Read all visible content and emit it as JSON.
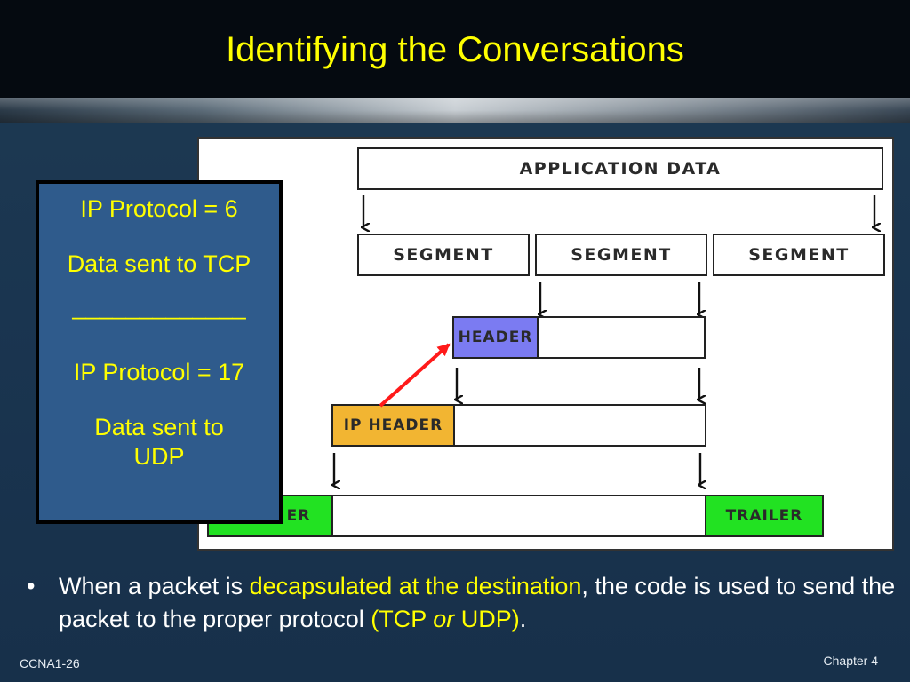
{
  "slide": {
    "title": "Identifying the Conversations"
  },
  "diagram": {
    "application_data": "APPLICATION DATA",
    "segments": [
      "SEGMENT",
      "SEGMENT",
      "SEGMENT"
    ],
    "header": "HEADER",
    "ip_header": "IP HEADER",
    "trailer_left": "ER",
    "trailer_right": "TRAILER",
    "colors": {
      "header": "#7b7bf2",
      "ip_header": "#f2b532",
      "trailer": "#22e222",
      "pointer_arrow": "#ff1a1a"
    }
  },
  "info_box": {
    "line1": "IP Protocol = 6",
    "line2": "Data sent to TCP",
    "separator": "_____________",
    "line3": "IP Protocol = 17",
    "line4a": "Data sent to",
    "line4b": "UDP"
  },
  "bullet": {
    "marker": "•",
    "part1": "When a packet is ",
    "hl1": "decapsulated at the destination",
    "part2": ", the code is used to send the packet to the proper protocol ",
    "hl2a": "(TCP ",
    "hl2b": "or",
    "hl2c": " UDP)",
    "part3": "."
  },
  "footer": {
    "left": "CCNA1-26",
    "right": "Chapter 4"
  }
}
